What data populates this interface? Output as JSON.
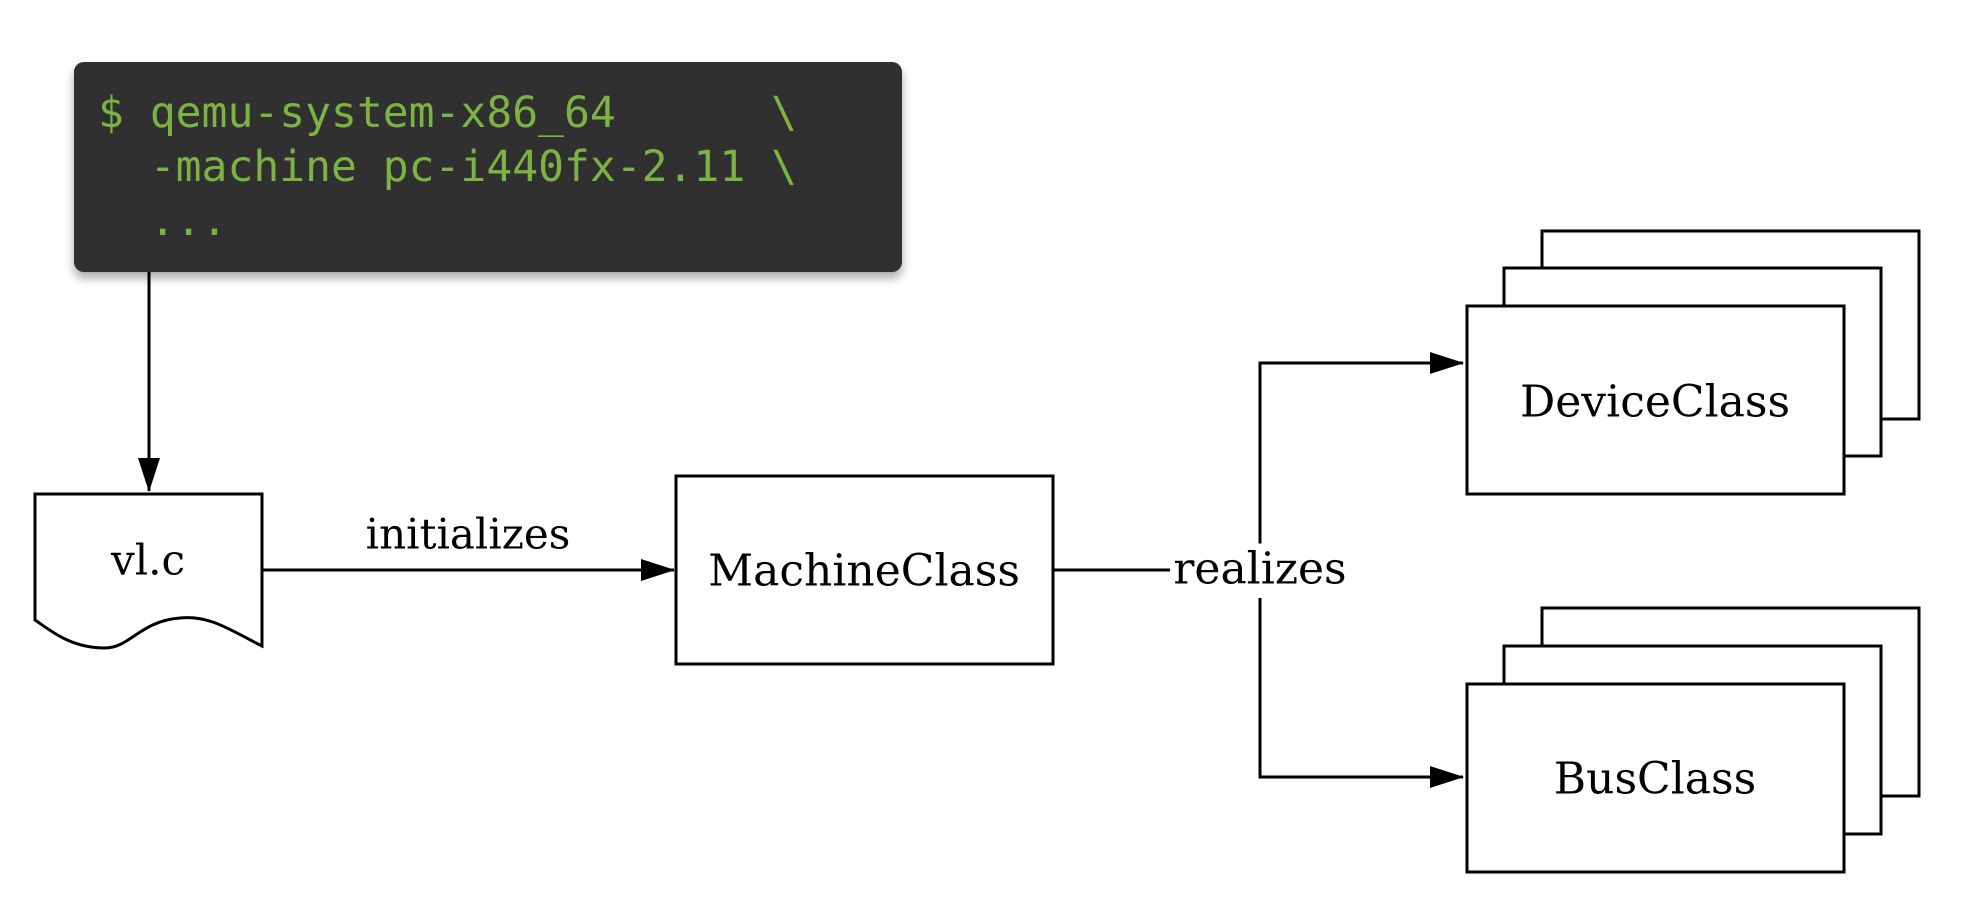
{
  "terminal": {
    "lines": [
      "$ qemu-system-x86_64      \\",
      "  -machine pc-i440fx-2.11 \\",
      "  ..."
    ],
    "text_color": "#7cb342",
    "background_color": "#303030"
  },
  "nodes": {
    "vlc": "vl.c",
    "machine_class": "MachineClass",
    "device_class": "DeviceClass",
    "bus_class": "BusClass"
  },
  "edges": {
    "initializes": "initializes",
    "realizes": "realizes"
  }
}
